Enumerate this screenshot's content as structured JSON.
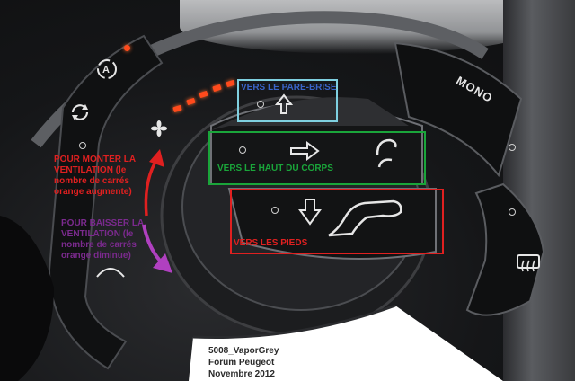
{
  "annotations": {
    "windshield": "VERS LE PARE-BRISE",
    "upper_body": "VERS LE HAUT DU CORPS",
    "feet": "VERS LES PIEDS",
    "increase": "POUR MONTER LA VENTILATION (le nombre de carrés orange augmente)",
    "decrease": "POUR BAISSER LA VENTILATION (le nombre de carrés orange diminue)"
  },
  "buttons": {
    "mono_label": "MONO",
    "auto_label": "A"
  },
  "credit": {
    "line1": "5008_VaporGrey",
    "line2": "Forum Peugeot",
    "line3": "Novembre 2012"
  },
  "colors": {
    "windshield_box": "#7fd0e0",
    "upper_body_box": "#1aa53a",
    "feet_box": "#e02020",
    "increase_text": "#e02020",
    "decrease_text": "#7b2a8e",
    "led": "#ff4a1c"
  },
  "fan_level": {
    "leds_lit": 5
  },
  "icons": [
    "recirculation-auto-icon",
    "recirculation-icon",
    "fan-icon",
    "windshield-arrow-icon",
    "upper-body-arrow-icon",
    "feet-arrow-icon",
    "rear-defrost-icon",
    "seat-icon"
  ]
}
